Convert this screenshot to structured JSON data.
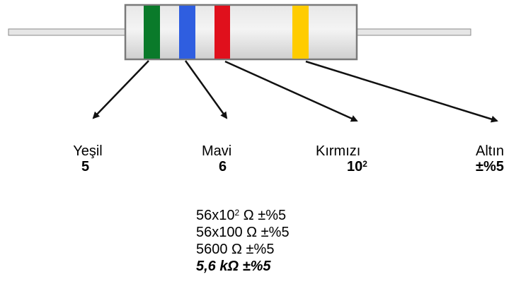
{
  "colors": {
    "body_fill": "#dcdcdc",
    "body_stroke": "#7a7a7a",
    "lead_fill": "#e6e6e6",
    "band_green": "#0a7a2a",
    "band_blue": "#2f5ee0",
    "band_red": "#e0101c",
    "band_gold": "#ffcc00",
    "arrow": "#111111"
  },
  "bands": [
    {
      "name": "Yeşil",
      "value": "5",
      "color": "green"
    },
    {
      "name": "Mavi",
      "value": "6",
      "color": "blue"
    },
    {
      "name": "Kırmızı",
      "value_base": "10",
      "value_exp": "2",
      "color": "red"
    },
    {
      "name": "Altın",
      "value": "±%5",
      "color": "gold"
    }
  ],
  "calculation": {
    "line1_base": "56x10",
    "line1_exp": "2",
    "line1_rest": " Ω ±%5",
    "line2": "56x100 Ω ±%5",
    "line3": "5600 Ω ±%5",
    "line4": "5,6 kΩ ±%5"
  }
}
